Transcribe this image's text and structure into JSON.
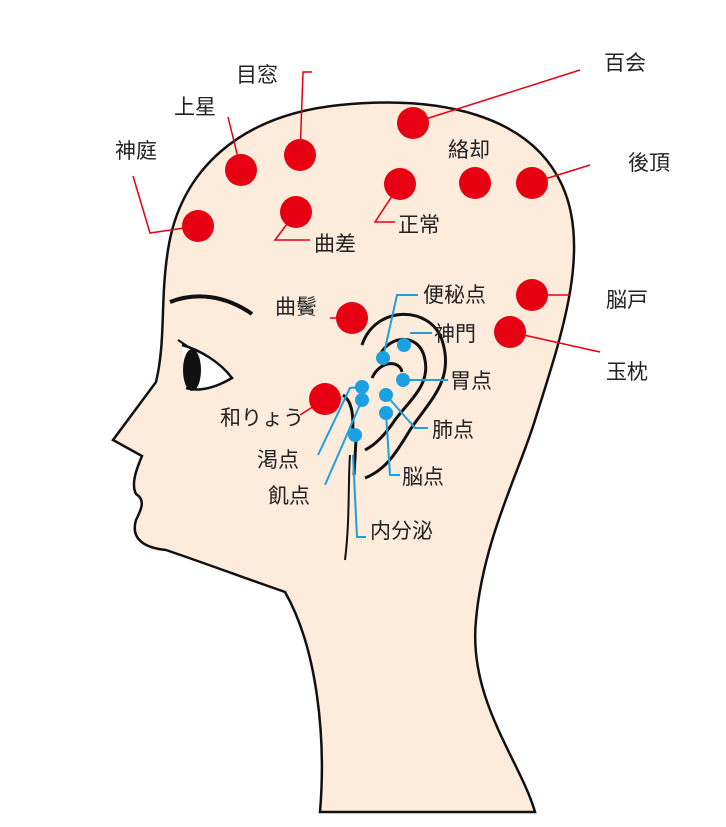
{
  "colors": {
    "skin": "#fdebdc",
    "red_point": "#e60012",
    "blue_point": "#1ba0e1",
    "outline": "#111111"
  },
  "red_points": [
    {
      "name": "百会"
    },
    {
      "name": "目窓"
    },
    {
      "name": "上星"
    },
    {
      "name": "神庭"
    },
    {
      "name": "曲差"
    },
    {
      "name": "正常"
    },
    {
      "name": "絡却"
    },
    {
      "name": "後頂"
    },
    {
      "name": "脳戸"
    },
    {
      "name": "玉枕"
    },
    {
      "name": "曲鬢"
    },
    {
      "name": "和りょう"
    }
  ],
  "ear_points": [
    {
      "name": "便秘点"
    },
    {
      "name": "神門"
    },
    {
      "name": "胃点"
    },
    {
      "name": "肺点"
    },
    {
      "name": "脳点"
    },
    {
      "name": "渇点"
    },
    {
      "name": "飢点"
    },
    {
      "name": "内分泌"
    }
  ]
}
